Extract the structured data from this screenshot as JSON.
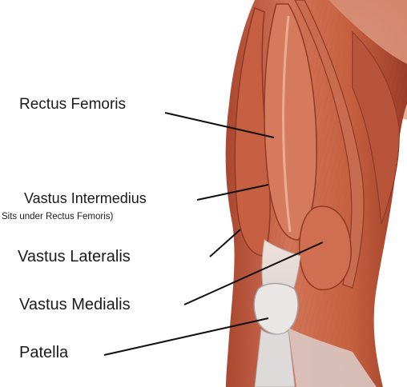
{
  "labels": {
    "rectus_femoris": "Rectus Femoris",
    "vastus_intermedius": "Vastus Intermedius",
    "vastus_intermedius_note": "Sits under Rectus Femoris)",
    "vastus_lateralis": "Vastus Lateralis",
    "vastus_medialis": "Vastus Medialis",
    "patella": "Patella"
  },
  "colors": {
    "muscle": "#c9654a",
    "muscle_dark": "#8e3a26",
    "muscle_light": "#e39a7c",
    "tendon": "#e8e4e2",
    "skin": "#f3d2c2",
    "leader": "#111111"
  }
}
